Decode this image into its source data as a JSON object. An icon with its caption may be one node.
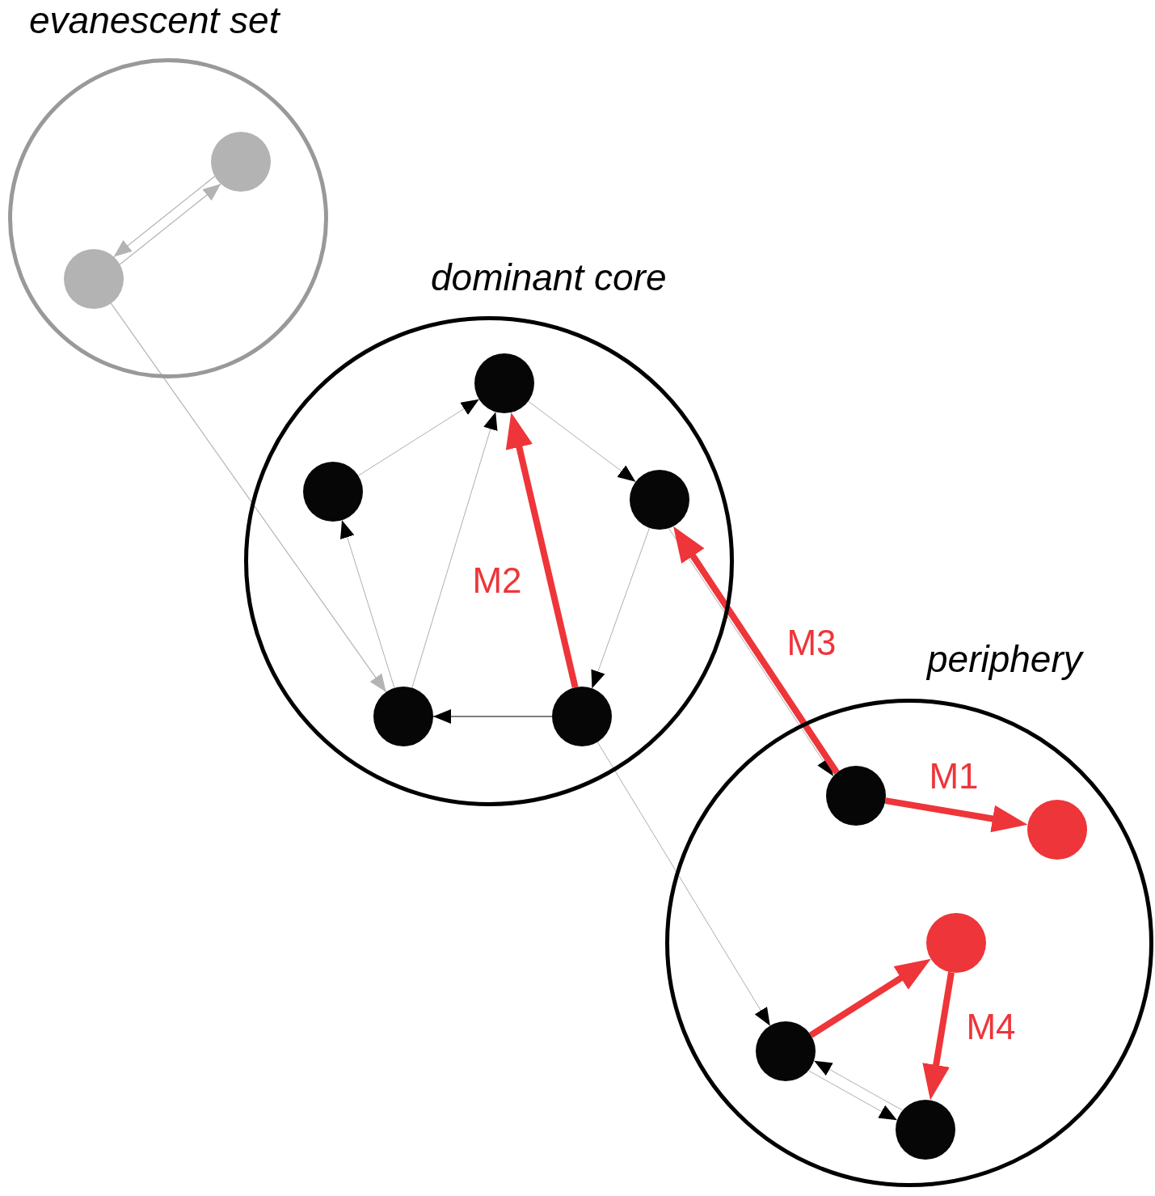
{
  "diagram": {
    "nodes": [
      {
        "text": [
          "evanescent set"
        ]
      },
      {
        "text": [],
        "shape": "circle",
        "in": 0
      },
      {
        "text": [],
        "shape": "circle",
        "in": 0
      },
      {
        "text": [
          "dominant core"
        ]
      },
      {
        "text": [],
        "shape": "circle",
        "in": 3
      },
      {
        "text": [],
        "shape": "circle",
        "in": 3
      },
      {
        "text": [],
        "shape": "circle",
        "in": 3
      },
      {
        "text": [],
        "shape": "circle",
        "in": 3
      },
      {
        "text": [],
        "shape": "circle",
        "in": 3
      },
      {
        "text": [
          "periphery"
        ]
      },
      {
        "text": [],
        "shape": "circle",
        "in": 9
      },
      {
        "text": [],
        "shape": "circle",
        "in": 9
      },
      {
        "text": [],
        "shape": "circle",
        "in": 9
      },
      {
        "text": [],
        "shape": "circle",
        "in": 9
      },
      {
        "text": [],
        "shape": "circle",
        "in": 9
      }
    ],
    "edges": [
      {
        "from": 2,
        "to": 1,
        "arrow": "to",
        "color": "#b3b3b3"
      },
      {
        "from": 1,
        "to": 2,
        "arrow": "to",
        "color": "#b3b3b3"
      },
      {
        "from": 2,
        "to": 7,
        "arrow": "to",
        "color": "#b3b3b3"
      },
      {
        "from": 5,
        "to": 4,
        "arrow": "to"
      },
      {
        "from": 7,
        "to": 5,
        "arrow": "to"
      },
      {
        "from": 7,
        "to": 4,
        "arrow": "to"
      },
      {
        "from": 4,
        "to": 6,
        "arrow": "to"
      },
      {
        "from": 6,
        "to": 8,
        "arrow": "to"
      },
      {
        "from": 8,
        "to": 7,
        "arrow": "to",
        "color": "#000000"
      },
      {
        "from": 8,
        "to": 4,
        "arrow": "to",
        "label": "M2",
        "style": "thick",
        "color": "#ee3539"
      },
      {
        "from": 6,
        "to": 10,
        "arrow": "to"
      },
      {
        "from": 10,
        "to": 6,
        "arrow": "to",
        "label": "M3",
        "style": "thick",
        "color": "#ee3539"
      },
      {
        "from": 10,
        "to": 11,
        "arrow": "to",
        "label": "M1",
        "style": "thick",
        "color": "#ee3539"
      },
      {
        "from": 13,
        "to": 12,
        "arrow": "to",
        "style": "thick",
        "color": "#ee3539"
      },
      {
        "from": 12,
        "to": 14,
        "arrow": "to",
        "label": "M4",
        "style": "thick",
        "color": "#ee3539"
      },
      {
        "from": 13,
        "to": 14,
        "arrow": "to"
      },
      {
        "from": 14,
        "to": 13,
        "arrow": "to"
      },
      {
        "from": 8,
        "to": 13,
        "arrow": "to"
      }
    ]
  }
}
